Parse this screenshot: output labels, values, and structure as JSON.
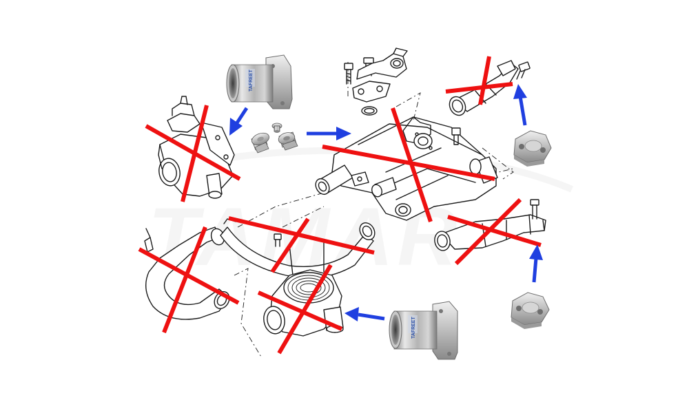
{
  "watermark": {
    "text": "TAMAR"
  },
  "pipe_brand": {
    "text": "TAFREET"
  },
  "colors": {
    "cross": "#ee1111",
    "arrow": "#1f3fe0",
    "steel_light": "#e4e4e4",
    "steel_mid": "#a8a8a8",
    "steel_dark": "#6e6e6e",
    "line_art": "#1a1a1a"
  },
  "icons": {
    "crossed_out": "red-x-mark",
    "replacement_pointer": "blue-arrow"
  }
}
